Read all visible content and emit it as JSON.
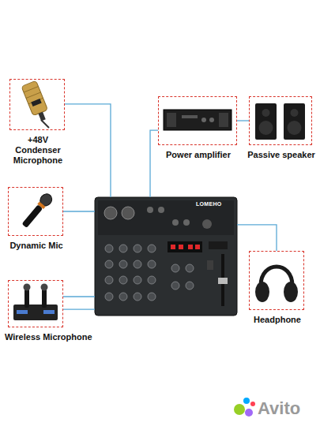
{
  "diagram": {
    "nodes": [
      {
        "text": [
          "+48V Condenser Microphone"
        ]
      },
      {
        "text": [
          "Power amplifier"
        ]
      },
      {
        "text": [
          "Passive speaker"
        ]
      },
      {
        "text": [
          "Dynamic Mic"
        ]
      },
      {
        "text": [
          "LOMEHO"
        ]
      },
      {
        "text": [
          "Headphone"
        ]
      },
      {
        "text": [
          "Wireless Microphone"
        ]
      }
    ],
    "edges": [
      {
        "from": 0,
        "to": 4,
        "arrow": "none"
      },
      {
        "from": 3,
        "to": 4,
        "arrow": "none"
      },
      {
        "from": 6,
        "to": 4,
        "arrow": "none"
      },
      {
        "from": 6,
        "to": 4,
        "arrow": "none"
      },
      {
        "from": 4,
        "to": 1,
        "arrow": "none"
      },
      {
        "from": 1,
        "to": 2,
        "arrow": "none"
      },
      {
        "from": 4,
        "to": 5,
        "arrow": "none"
      }
    ],
    "labels": [
      "Avito"
    ]
  }
}
